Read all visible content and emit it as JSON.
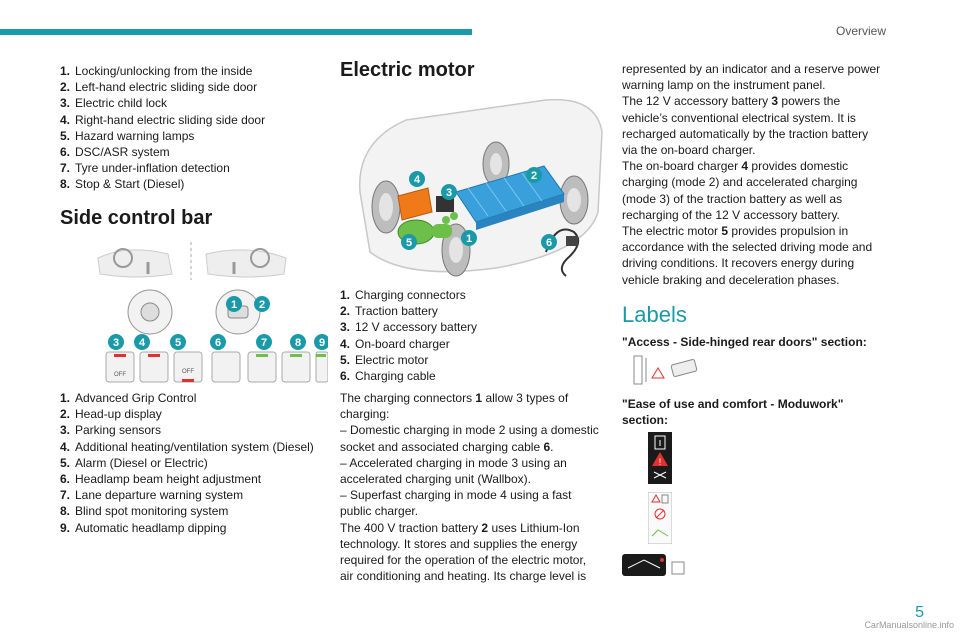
{
  "header": {
    "title": "Overview"
  },
  "col1": {
    "list1": [
      {
        "n": "1.",
        "t": "Locking/unlocking from the inside"
      },
      {
        "n": "2.",
        "t": "Left-hand electric sliding side door"
      },
      {
        "n": "3.",
        "t": "Electric child lock"
      },
      {
        "n": "4.",
        "t": "Right-hand electric sliding side door"
      },
      {
        "n": "5.",
        "t": "Hazard warning lamps"
      },
      {
        "n": "6.",
        "t": "DSC/ASR system"
      },
      {
        "n": "7.",
        "t": "Tyre under-inflation detection"
      },
      {
        "n": "8.",
        "t": "Stop & Start (Diesel)"
      }
    ],
    "heading": "Side control bar",
    "list2": [
      {
        "n": "1.",
        "t": "Advanced Grip Control"
      },
      {
        "n": "2.",
        "t": "Head-up display"
      },
      {
        "n": "3.",
        "t": "Parking sensors"
      },
      {
        "n": "4.",
        "t": "Additional heating/ventilation system (Diesel)"
      },
      {
        "n": "5.",
        "t": "Alarm (Diesel or Electric)"
      },
      {
        "n": "6.",
        "t": "Headlamp beam height adjustment"
      },
      {
        "n": "7.",
        "t": "Lane departure warning system"
      },
      {
        "n": "8.",
        "t": "Blind spot monitoring system"
      },
      {
        "n": "9.",
        "t": "Automatic headlamp dipping"
      }
    ],
    "badges": [
      "1",
      "2",
      "3",
      "4",
      "5",
      "6",
      "7",
      "8",
      "9"
    ],
    "button_off": "OFF"
  },
  "col2": {
    "heading": "Electric motor",
    "badges": [
      "1",
      "2",
      "3",
      "4",
      "5",
      "6"
    ],
    "list": [
      {
        "n": "1.",
        "t": "Charging connectors"
      },
      {
        "n": "2.",
        "t": "Traction battery"
      },
      {
        "n": "3.",
        "t": "12 V accessory battery"
      },
      {
        "n": "4.",
        "t": "On-board charger"
      },
      {
        "n": "5.",
        "t": "Electric motor"
      },
      {
        "n": "6.",
        "t": "Charging cable"
      }
    ],
    "p1": "The charging connectors 1 allow 3 types of charging:",
    "p1_lines": [
      "The charging connectors ",
      "1",
      " allow 3 types of",
      "charging:"
    ],
    "dash1_lines": [
      "– Domestic charging in mode 2 using a domestic",
      "socket and associated charging cable ",
      "6",
      "."
    ],
    "dash2_lines": [
      "– Accelerated charging in mode 3 using an",
      "accelerated charging unit (Wallbox)."
    ],
    "dash3_lines": [
      "– Superfast charging in mode 4 using a fast",
      "public charger."
    ],
    "p2_lines": [
      "The 400 V traction battery ",
      "2",
      " uses Lithium-Ion",
      "technology. It stores and supplies the energy",
      "required for the operation of the electric motor,",
      "air conditioning and heating. Its charge level is"
    ]
  },
  "col3": {
    "p1_lines": [
      "represented by an indicator and a reserve power",
      "warning lamp on the instrument panel."
    ],
    "p2_lines": [
      "The 12 V accessory battery ",
      "3",
      " powers the",
      "vehicle’s conventional electrical system. It is",
      "recharged automatically by the traction battery",
      "via the on-board charger."
    ],
    "p3_lines": [
      "The on-board charger ",
      "4",
      " provides domestic",
      "charging (mode 2) and accelerated charging",
      "(mode 3) of the traction battery as well as",
      "recharging of the 12 V accessory battery."
    ],
    "p4_lines": [
      "The electric motor ",
      "5",
      " provides propulsion in",
      "accordance with the selected driving mode and",
      "driving conditions. It recovers energy during",
      "vehicle braking and deceleration phases."
    ],
    "heading": "Labels",
    "label1_lines": [
      "\"Access - Side-hinged rear doors\" section:"
    ],
    "label2_lines": [
      "\"Ease of use and comfort - Moduwork\"",
      "section:"
    ]
  },
  "footer": {
    "page": "5",
    "watermark": "CarManualsonline.info"
  },
  "colors": {
    "accent": "#1a9aa9",
    "battery": "#3aa0dc",
    "charger": "#f07a1a",
    "motor": "#6cc04a"
  }
}
